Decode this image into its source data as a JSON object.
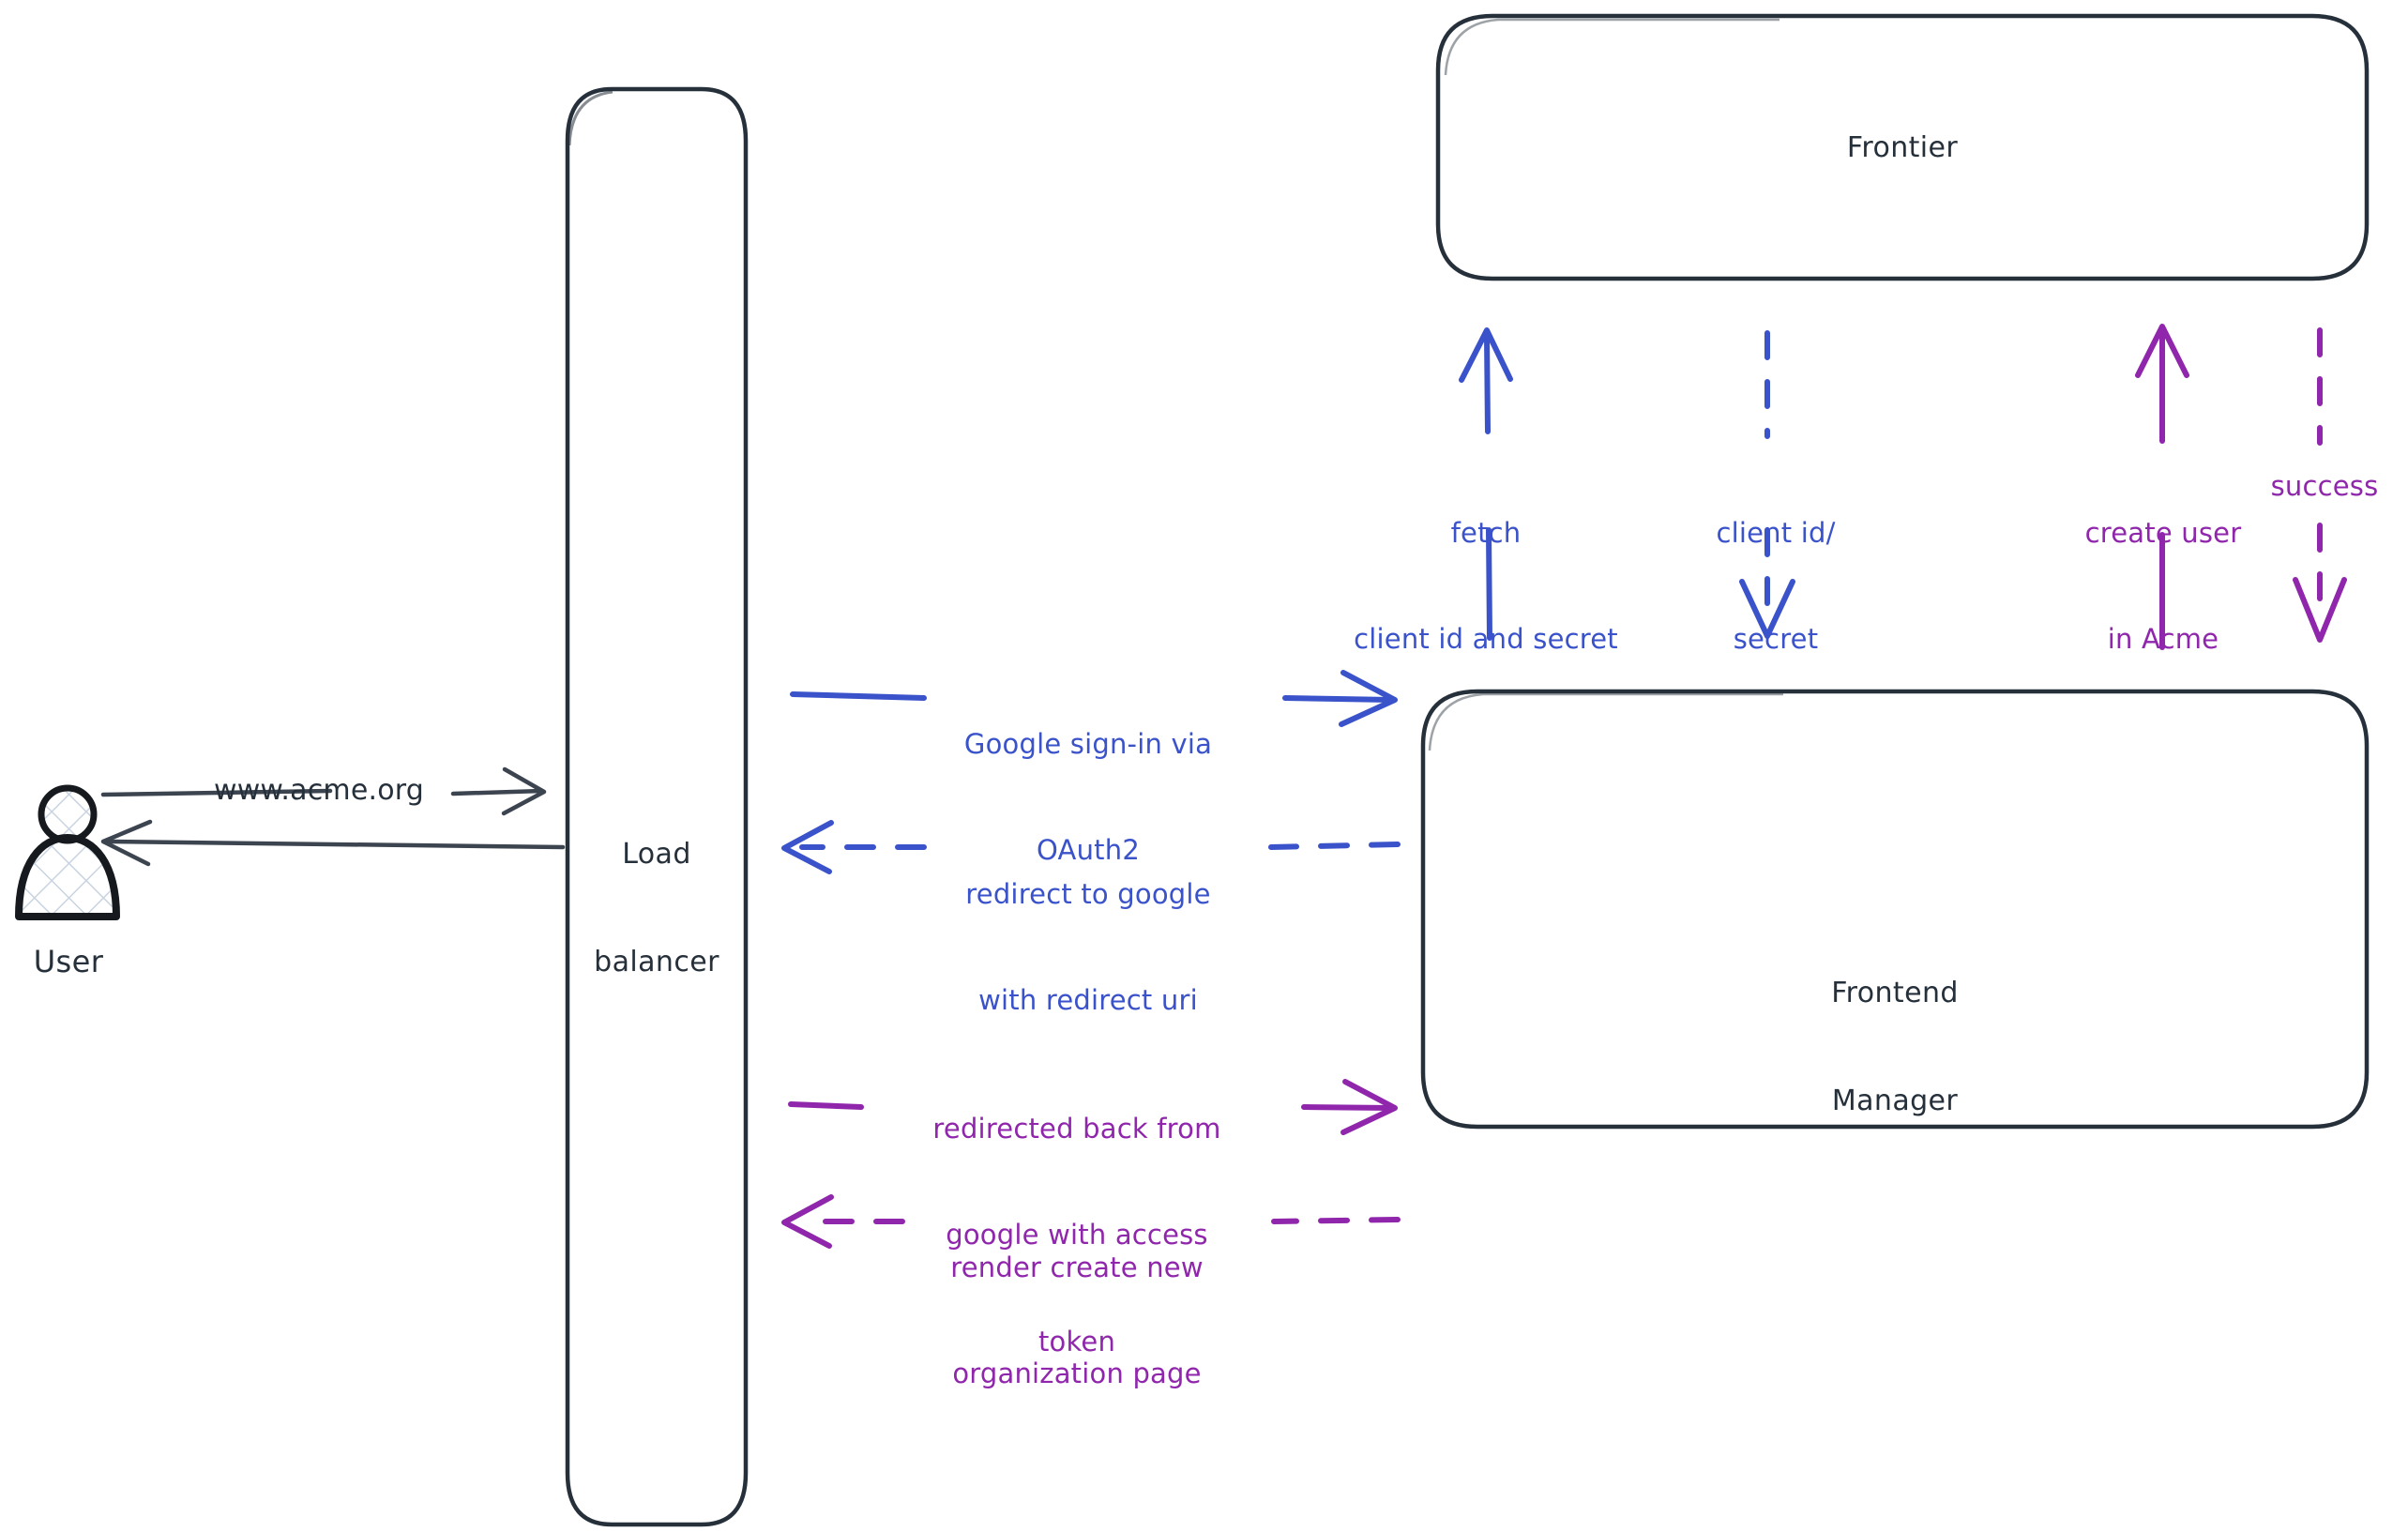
{
  "diagram": {
    "title": "Acme Google OAuth2 sign-in sequence",
    "background": "#ffffff",
    "colors": {
      "stroke_dark": "#26303b",
      "blue": "#3a52ca",
      "purple": "#8f26ab",
      "actor_hatch": "#c9d4e0"
    }
  },
  "actors": [
    {
      "id": "user",
      "icon": "user-actor-icon",
      "label": "User"
    }
  ],
  "nodes": [
    {
      "id": "load-balancer",
      "label": "Load\nbalancer",
      "line1": "Load",
      "line2": "balancer",
      "shape": "rounded-rect"
    },
    {
      "id": "frontier",
      "label": "Frontier",
      "shape": "rounded-rect"
    },
    {
      "id": "frontend-manager",
      "label": "Frontend\nManager",
      "line1": "Frontend",
      "line2": "Manager",
      "shape": "rounded-rect"
    }
  ],
  "edges": [
    {
      "id": "user-to-lb",
      "label": "www.acme.org",
      "color": "#26303b",
      "style": "solid",
      "direction": "right",
      "from": "user",
      "to": "load-balancer"
    },
    {
      "id": "lb-to-user",
      "label": "",
      "color": "#26303b",
      "style": "solid",
      "direction": "left",
      "from": "load-balancer",
      "to": "user"
    },
    {
      "id": "lb-to-fm-signin",
      "label": "Google sign-in via\nOAuth2",
      "line1": "Google sign-in via",
      "line2": "OAuth2",
      "color": "#3a52ca",
      "style": "solid",
      "direction": "right",
      "from": "load-balancer",
      "to": "frontend-manager"
    },
    {
      "id": "fm-to-lb-redirect",
      "label": "redirect to google\nwith redirect uri",
      "line1": "redirect to google",
      "line2": "with redirect uri",
      "color": "#3a52ca",
      "style": "dashed",
      "direction": "left",
      "from": "frontend-manager",
      "to": "load-balancer"
    },
    {
      "id": "lb-to-fm-token",
      "label": "redirected back from\ngoogle with access\ntoken",
      "line1": "redirected back from",
      "line2": "google with access",
      "line3": "token",
      "color": "#8f26ab",
      "style": "solid",
      "direction": "right",
      "from": "load-balancer",
      "to": "frontend-manager"
    },
    {
      "id": "fm-to-lb-render",
      "label": "render create new\norganization page",
      "line1": "render create new",
      "line2": "organization page",
      "color": "#8f26ab",
      "style": "dashed",
      "direction": "left",
      "from": "frontend-manager",
      "to": "load-balancer"
    },
    {
      "id": "fm-to-frontier-fetch",
      "label": "fetch\nclient id and secret",
      "line1": "fetch",
      "line2": "client id and secret",
      "color": "#3a52ca",
      "style": "solid",
      "direction": "up",
      "from": "frontend-manager",
      "to": "frontier"
    },
    {
      "id": "frontier-to-fm-creds",
      "label": "client id/\nsecret",
      "line1": "client id/",
      "line2": "secret",
      "color": "#3a52ca",
      "style": "dashed",
      "direction": "down",
      "from": "frontier",
      "to": "frontend-manager"
    },
    {
      "id": "fm-to-frontier-create-user",
      "label": "create user\nin Acme",
      "line1": "create user",
      "line2": "in Acme",
      "color": "#8f26ab",
      "style": "solid",
      "direction": "up",
      "from": "frontend-manager",
      "to": "frontier"
    },
    {
      "id": "frontier-to-fm-success",
      "label": "success",
      "color": "#8f26ab",
      "style": "dashed",
      "direction": "down",
      "from": "frontier",
      "to": "frontend-manager"
    }
  ]
}
